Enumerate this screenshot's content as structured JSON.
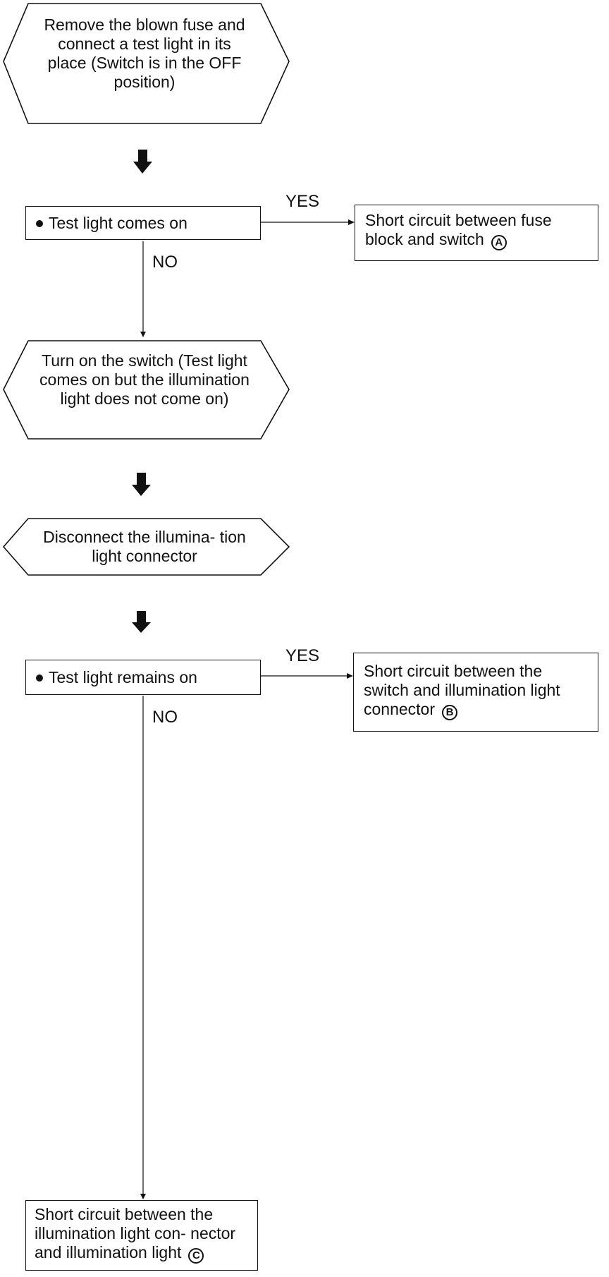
{
  "steps": {
    "remove_fuse": "Remove the blown fuse and connect a test light in its place (Switch is in the OFF position)",
    "test_light_on": "Test light comes on",
    "short_a": "Short circuit between fuse block and switch",
    "turn_on": "Turn on the switch (Test light comes on but the illumination light does not come on)",
    "disconnect": "Disconnect the illumina- tion light connector",
    "test_remains": "Test light remains on",
    "short_b": "Short circuit between the switch and illumination light connector",
    "short_c": "Short circuit between the illumination light con- nector and illumination light"
  },
  "labels": {
    "yes_1": "YES",
    "no_1": "NO",
    "yes_2": "YES",
    "no_2": "NO"
  },
  "markers": {
    "a": "A",
    "b": "B",
    "c": "C"
  },
  "colors": {
    "ink": "#111111",
    "background": "#ffffff"
  }
}
